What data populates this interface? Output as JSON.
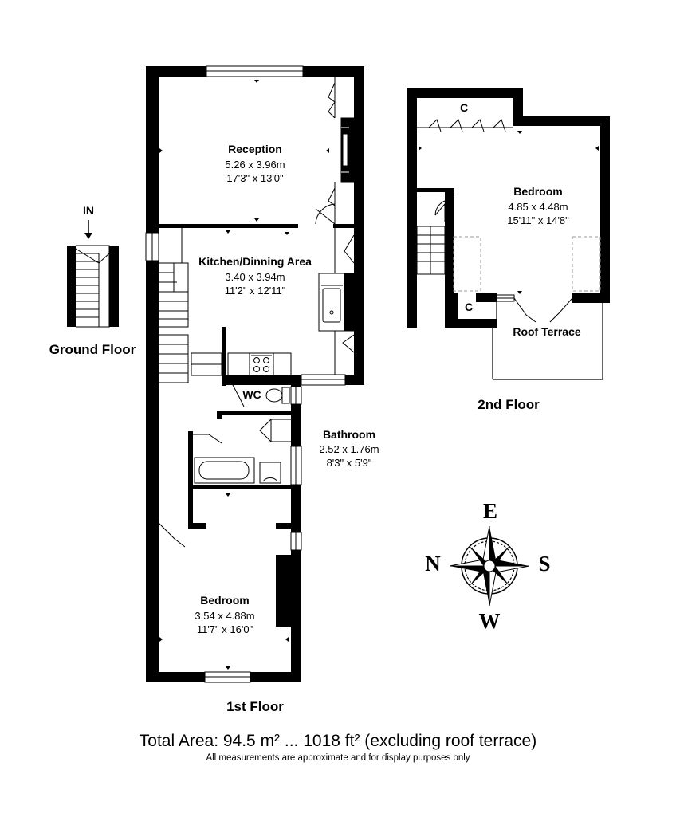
{
  "entrance": {
    "label": "IN"
  },
  "floors": {
    "ground": {
      "label": "Ground Floor"
    },
    "first": {
      "label": "1st Floor"
    },
    "second": {
      "label": "2nd Floor"
    }
  },
  "rooms": {
    "reception": {
      "name": "Reception",
      "metric": "5.26 x 3.96m",
      "imperial": "17'3\" x 13'0\""
    },
    "kitchen": {
      "name": "Kitchen/Dinning Area",
      "metric": "3.40 x 3.94m",
      "imperial": "11'2\" x 12'11\""
    },
    "wc": {
      "name": "WC"
    },
    "bathroom": {
      "name": "Bathroom",
      "metric": "2.52 x 1.76m",
      "imperial": "8'3\" x 5'9\""
    },
    "bedroom1": {
      "name": "Bedroom",
      "metric": "3.54 x 4.88m",
      "imperial": "11'7\" x 16'0\""
    },
    "bedroom2": {
      "name": "Bedroom",
      "metric": "4.85 x 4.48m",
      "imperial": "15'11\" x 14'8\""
    },
    "cupboard_top": {
      "name": "C"
    },
    "cupboard_bottom": {
      "name": "C"
    },
    "roof_terrace": {
      "name": "Roof Terrace"
    }
  },
  "compass": {
    "north": "N",
    "east": "E",
    "south": "S",
    "west": "W"
  },
  "footer": {
    "total": "Total Area: 94.5 m² ... 1018 ft² (excluding roof terrace)",
    "note": "All measurements are approximate and for display purposes only"
  }
}
